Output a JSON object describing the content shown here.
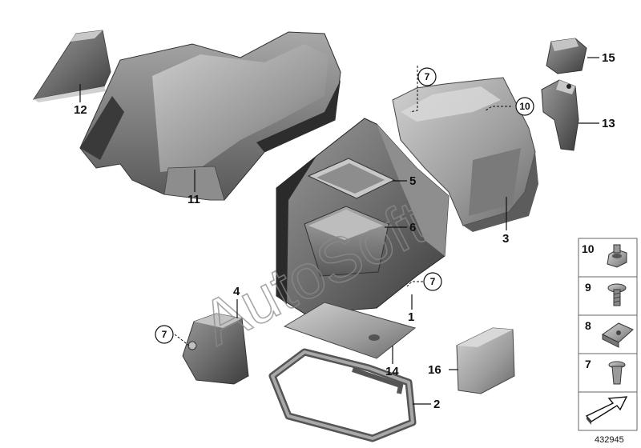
{
  "watermark": "AutoSoft",
  "diagram_id": "432945",
  "parts": {
    "p1": "1",
    "p2": "2",
    "p3": "3",
    "p4": "4",
    "p5": "5",
    "p6": "6",
    "p11": "11",
    "p12": "12",
    "p13": "13",
    "p14": "14",
    "p15": "15",
    "p16": "16"
  },
  "callouts": {
    "c7a": "7",
    "c7b": "7",
    "c7c": "7",
    "c10": "10"
  },
  "legend": [
    "10",
    "9",
    "8",
    "7"
  ]
}
